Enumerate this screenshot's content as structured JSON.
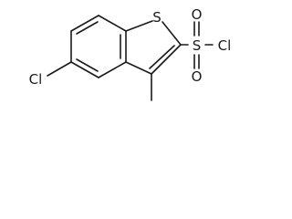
{
  "molecule": {
    "atoms": {
      "chlorine_ring": "Cl",
      "sulfur_ring": "S",
      "sulfur_sulfonyl": "S",
      "oxygen_upper": "O",
      "oxygen_lower": "O",
      "chlorine_sulfonyl": "Cl"
    }
  }
}
